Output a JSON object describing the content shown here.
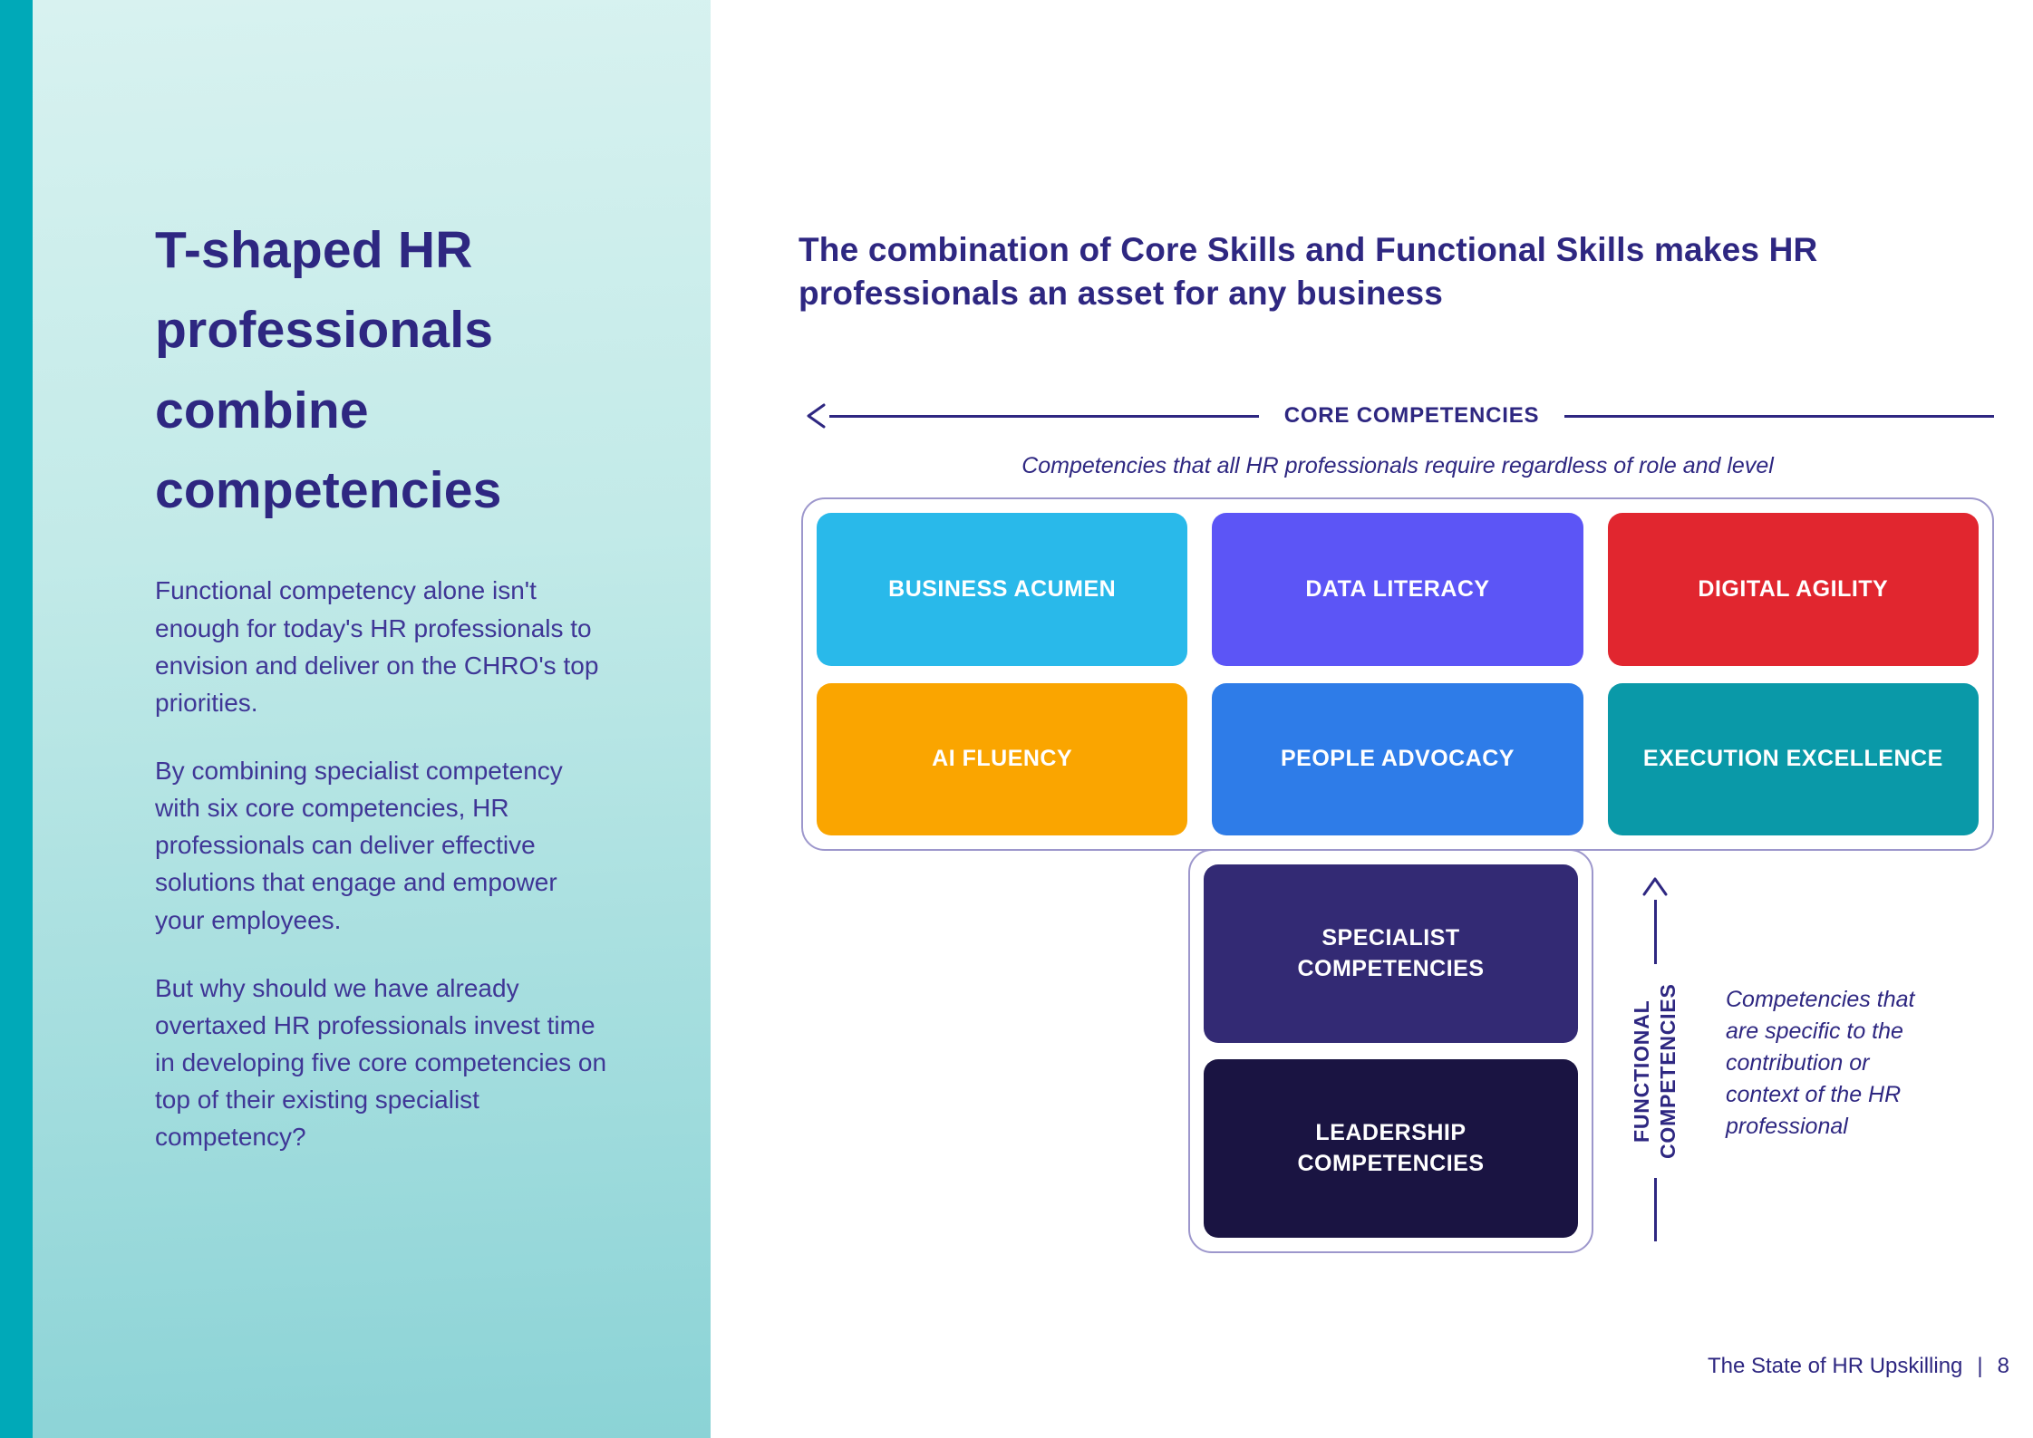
{
  "theme": {
    "ink": "#2e2781",
    "body_text": "#3f3696",
    "strip": "#00a9b8",
    "outline": "#9d97cc"
  },
  "sidebar": {
    "heading": "T-shaped HR professionals combine competencies",
    "paragraphs": [
      "Functional competency alone isn't enough for today's HR professionals to envision and deliver on the CHRO's top priorities.",
      "By combining specialist competency with six core competencies, HR professionals can deliver effective solutions that engage and empower your employees.",
      "But why should we have already overtaxed HR professionals invest time in developing five core competencies on top of their existing specialist competency?"
    ]
  },
  "main": {
    "title": "The combination of Core Skills and Functional Skills makes HR professionals an asset for any business",
    "core": {
      "label": "CORE COMPETENCIES",
      "caption": "Competencies that all HR professionals require regardless of role and level",
      "boxes": [
        {
          "label": "BUSINESS ACUMEN",
          "color": "#29b9ea"
        },
        {
          "label": "DATA LITERACY",
          "color": "#5c55f6"
        },
        {
          "label": "DIGITAL AGILITY",
          "color": "#e1262f"
        },
        {
          "label": "AI FLUENCY",
          "color": "#faa500"
        },
        {
          "label": "PEOPLE ADVOCACY",
          "color": "#2e7ce8"
        },
        {
          "label": "EXECUTION EXCELLENCE",
          "color": "#0a99a8"
        }
      ]
    },
    "functional": {
      "label": "FUNCTIONAL COMPETENCIES",
      "caption": "Competencies that are specific to the contribution or context of the HR professional",
      "boxes": [
        {
          "label": "SPECIALIST COMPETENCIES",
          "color": "#332a74"
        },
        {
          "label": "LEADERSHIP COMPETENCIES",
          "color": "#1a1442"
        }
      ]
    }
  },
  "footer": {
    "title": "The State of HR Upskilling",
    "separator": "|",
    "page": "8"
  }
}
